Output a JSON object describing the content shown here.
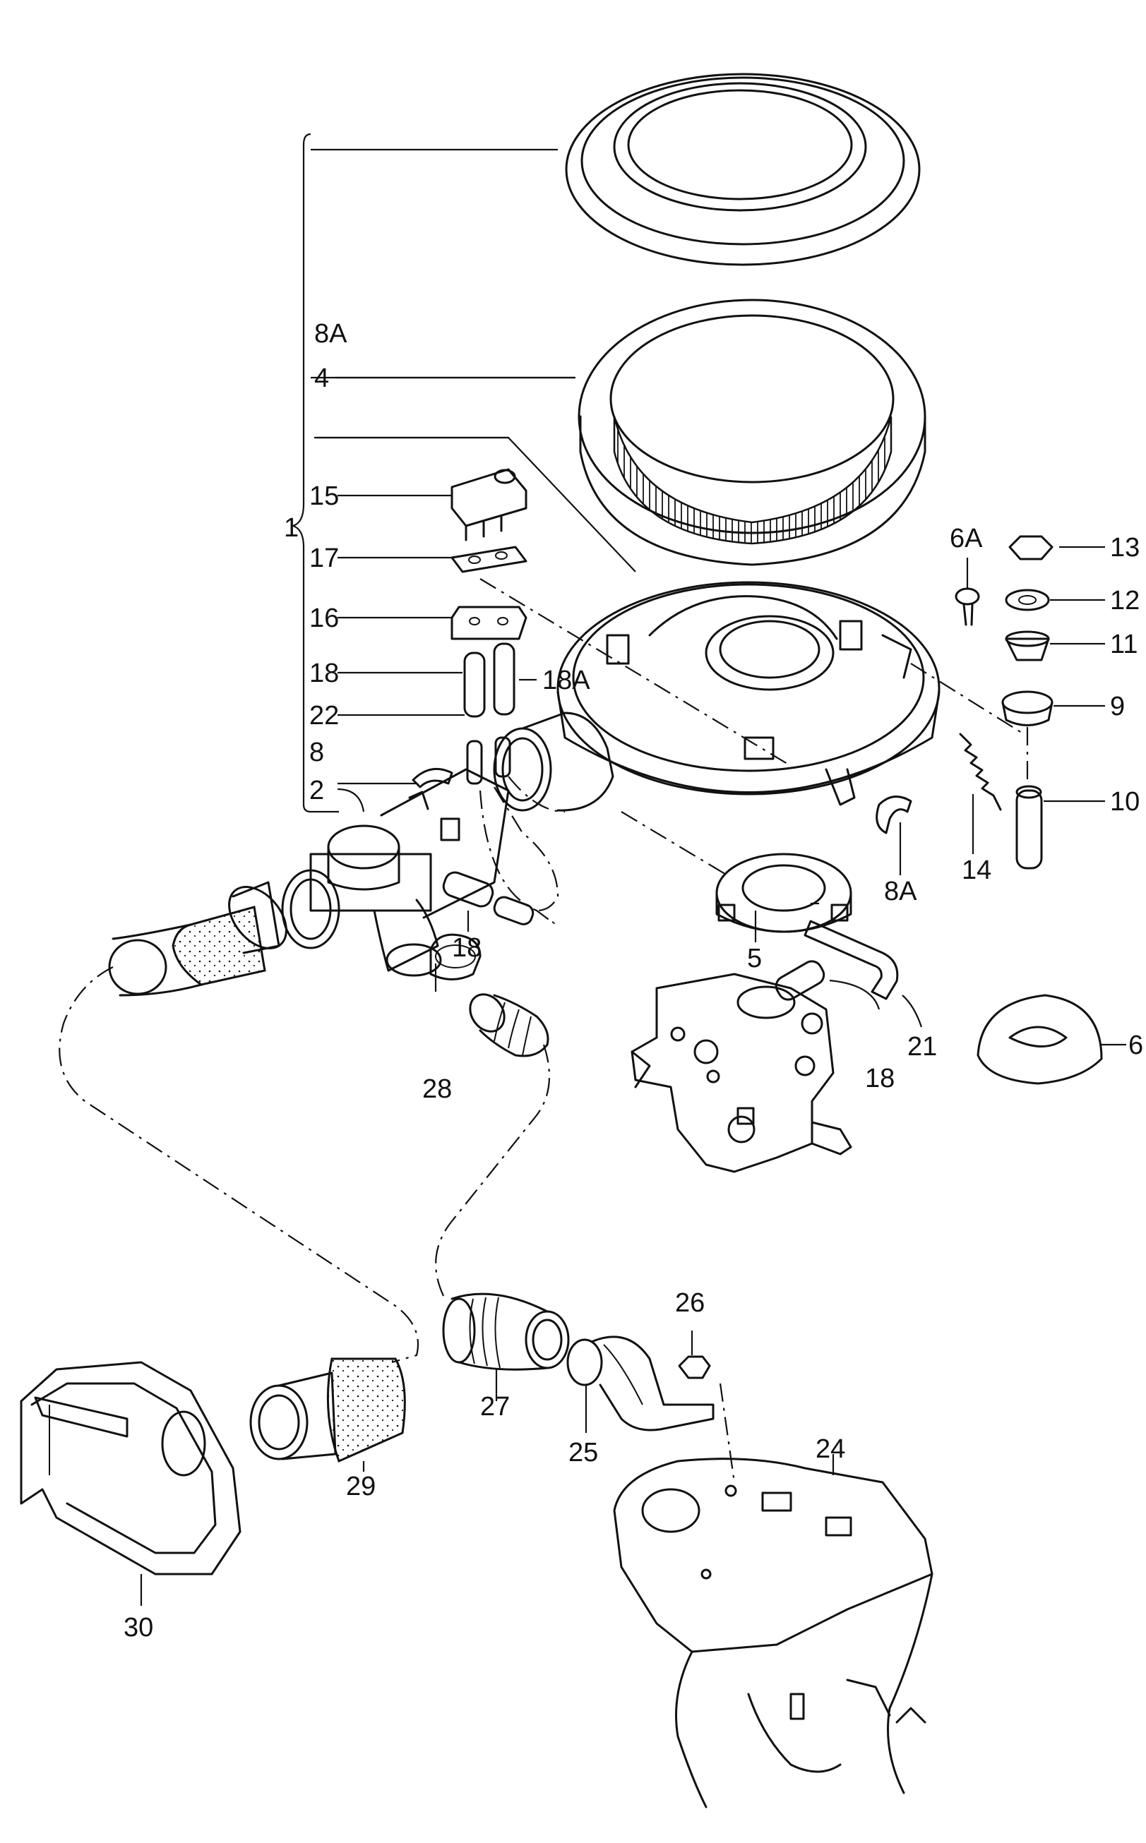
{
  "callouts": {
    "c1": "1",
    "c2": "2",
    "c4": "4",
    "c5": "5",
    "c6": "6",
    "c6a": "6A",
    "c8": "8",
    "c8a_top": "8A",
    "c8a_right": "8A",
    "c9": "9",
    "c10": "10",
    "c11": "11",
    "c12": "12",
    "c13": "13",
    "c14": "14",
    "c15": "15",
    "c16": "16",
    "c17": "17",
    "c18_left": "18",
    "c18a": "18A",
    "c18_mid": "18",
    "c18_right": "18",
    "c21": "21",
    "c22": "22",
    "c24": "24",
    "c25": "25",
    "c26": "26",
    "c27": "27",
    "c28": "28",
    "c29": "29",
    "c30": "30"
  }
}
